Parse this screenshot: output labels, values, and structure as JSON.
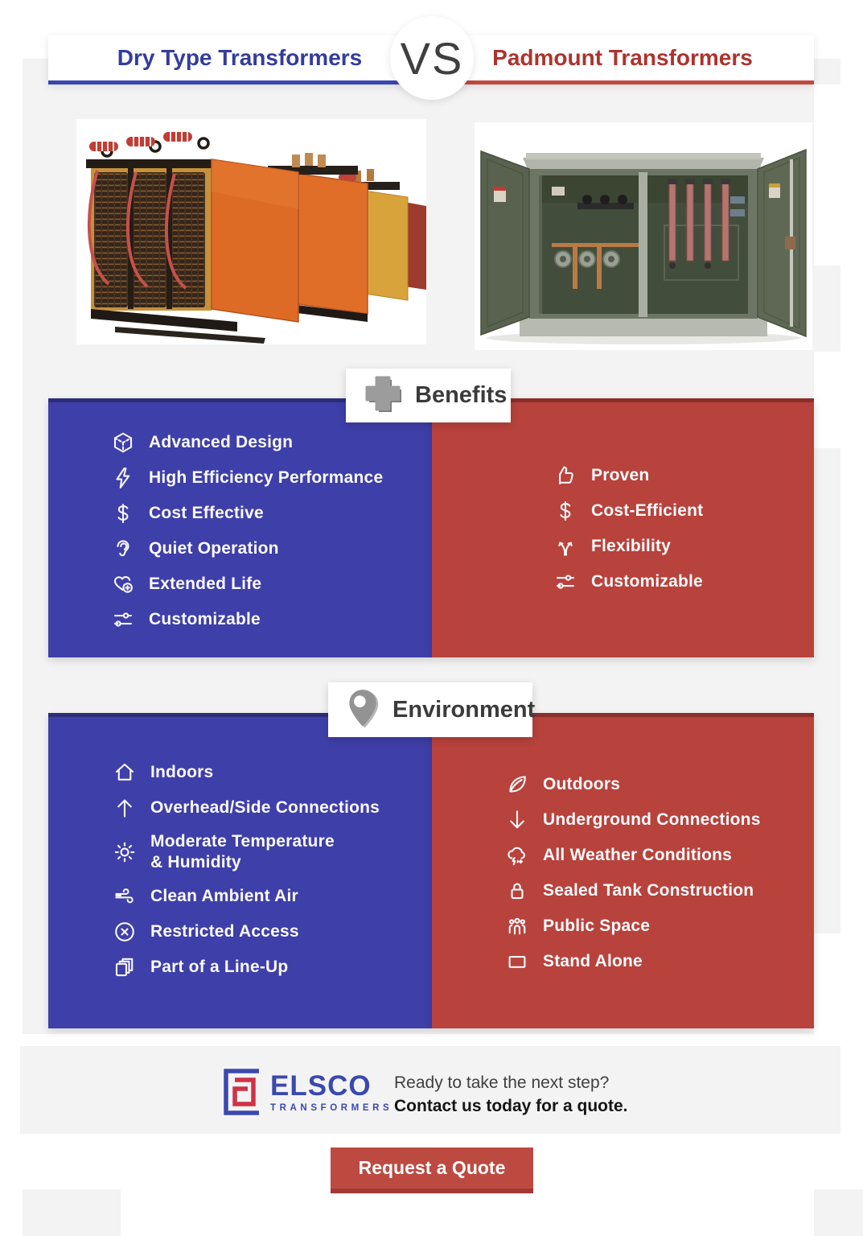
{
  "header": {
    "left_title": "Dry Type Transformers",
    "right_title": "Padmount Transformers",
    "vs_label": "VS",
    "left_accent": "#333d9c",
    "right_accent": "#ad342e"
  },
  "images": {
    "left": "dry-type-transformer-photo",
    "right": "padmount-transformer-photo"
  },
  "sections": {
    "benefits": {
      "label": "Benefits",
      "icon": "plus-icon",
      "left": {
        "color": "#3e3fa8",
        "items": [
          {
            "icon": "cube-icon",
            "label": "Advanced Design"
          },
          {
            "icon": "bolt-icon",
            "label": "High Efficiency Performance"
          },
          {
            "icon": "dollar-icon",
            "label": "Cost Effective"
          },
          {
            "icon": "ear-icon",
            "label": "Quiet Operation"
          },
          {
            "icon": "heart-plus-icon",
            "label": "Extended Life"
          },
          {
            "icon": "sliders-icon",
            "label": "Customizable"
          }
        ]
      },
      "right": {
        "color": "#b8423c",
        "items": [
          {
            "icon": "thumbs-up-icon",
            "label": "Proven"
          },
          {
            "icon": "dollar-icon",
            "label": "Cost-Efficient"
          },
          {
            "icon": "split-arrows-icon",
            "label": "Flexibility"
          },
          {
            "icon": "sliders-icon",
            "label": "Customizable"
          }
        ]
      }
    },
    "environment": {
      "label": "Environment",
      "icon": "map-pin-icon",
      "left": {
        "color": "#3e3fa8",
        "items": [
          {
            "icon": "house-icon",
            "label": "Indoors"
          },
          {
            "icon": "arrow-up-icon",
            "label": "Overhead/Side Connections"
          },
          {
            "icon": "sun-icon",
            "label": "Moderate Temperature & Humidity"
          },
          {
            "icon": "wind-icon",
            "label": "Clean Ambient Air"
          },
          {
            "icon": "circle-x-icon",
            "label": "Restricted Access"
          },
          {
            "icon": "stack-icon",
            "label": "Part of a Line-Up"
          }
        ]
      },
      "right": {
        "color": "#b8423c",
        "items": [
          {
            "icon": "leaf-icon",
            "label": "Outdoors"
          },
          {
            "icon": "arrow-down-icon",
            "label": "Underground Connections"
          },
          {
            "icon": "storm-cloud-icon",
            "label": "All Weather Conditions"
          },
          {
            "icon": "lock-icon",
            "label": "Sealed Tank Construction"
          },
          {
            "icon": "people-icon",
            "label": "Public Space"
          },
          {
            "icon": "square-icon",
            "label": "Stand Alone"
          }
        ]
      }
    }
  },
  "footer": {
    "brand_name": "ELSCO",
    "brand_subtitle": "TRANSFORMERS",
    "cta_line1": "Ready to take the next step?",
    "cta_line2": "Contact us today for a quote.",
    "button_label": "Request a Quote",
    "button_color": "#bd4a41"
  }
}
